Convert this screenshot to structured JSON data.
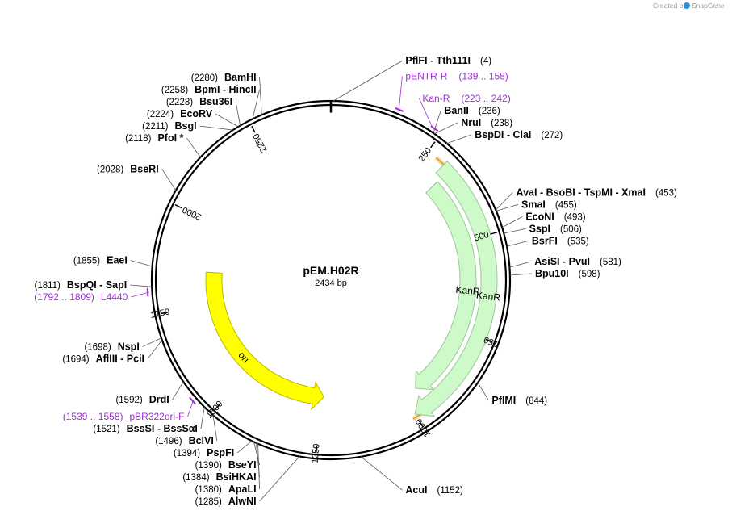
{
  "watermark": "Created by",
  "brand": "SnapGene",
  "plasmid": {
    "name": "pEM.H02R",
    "size_label": "2434 bp",
    "length": 2434
  },
  "ticks": [
    250,
    500,
    750,
    1000,
    1250,
    1500,
    1750,
    2000,
    2250
  ],
  "features": [
    {
      "name": "KanR",
      "start": 300,
      "end": 1000,
      "color": "#cdfac8",
      "stroke": "#9ac896",
      "dir": 1
    },
    {
      "name": "KanR",
      "start": 320,
      "end": 960,
      "color": "#cdfac8",
      "stroke": "#9ac896",
      "dir": 1
    },
    {
      "name": "ori",
      "start": 1240,
      "end": 1850,
      "color": "#ffff00",
      "stroke": "#b8b800",
      "dir": -1
    }
  ],
  "sites": [
    {
      "name": "PflFI - Tth111I",
      "pos_text": "(4)",
      "bp": 4,
      "side": "R"
    },
    {
      "name": "BanII",
      "pos_text": "(236)",
      "bp": 236,
      "side": "R"
    },
    {
      "name": "NruI",
      "pos_text": "(238)",
      "bp": 238,
      "side": "R"
    },
    {
      "name": "BspDI - ClaI",
      "pos_text": "(272)",
      "bp": 272,
      "side": "R"
    },
    {
      "name": "AvaI - BsoBI - TspMI - XmaI",
      "pos_text": "(453)",
      "bp": 453,
      "side": "R"
    },
    {
      "name": "SmaI",
      "pos_text": "(455)",
      "bp": 455,
      "side": "R"
    },
    {
      "name": "EcoNI",
      "pos_text": "(493)",
      "bp": 493,
      "side": "R"
    },
    {
      "name": "SspI",
      "pos_text": "(506)",
      "bp": 506,
      "side": "R"
    },
    {
      "name": "BsrFI",
      "pos_text": "(535)",
      "bp": 535,
      "side": "R"
    },
    {
      "name": "AsiSI - PvuI",
      "pos_text": "(581)",
      "bp": 581,
      "side": "R"
    },
    {
      "name": "Bpu10I",
      "pos_text": "(598)",
      "bp": 598,
      "side": "R"
    },
    {
      "name": "PflMI",
      "pos_text": "(844)",
      "bp": 844,
      "side": "R"
    },
    {
      "name": "AcuI",
      "pos_text": "(1152)",
      "bp": 1152,
      "side": "R"
    },
    {
      "name": "AlwNI",
      "pos_text": "(1285)",
      "bp": 1285,
      "side": "L"
    },
    {
      "name": "ApaLI",
      "pos_text": "(1380)",
      "bp": 1380,
      "side": "L"
    },
    {
      "name": "BsiHKAI",
      "pos_text": "(1384)",
      "bp": 1384,
      "side": "L"
    },
    {
      "name": "BseYI",
      "pos_text": "(1390)",
      "bp": 1390,
      "side": "L"
    },
    {
      "name": "PspFI",
      "pos_text": "(1394)",
      "bp": 1394,
      "side": "L"
    },
    {
      "name": "BclVI",
      "pos_text": "(1496)",
      "bp": 1496,
      "side": "L"
    },
    {
      "name": "BssSI - BssSαI",
      "pos_text": "(1521)",
      "bp": 1521,
      "side": "L"
    },
    {
      "name": "DrdI",
      "pos_text": "(1592)",
      "bp": 1592,
      "side": "L"
    },
    {
      "name": "AflIII - PciI",
      "pos_text": "(1694)",
      "bp": 1694,
      "side": "L"
    },
    {
      "name": "NspI",
      "pos_text": "(1698)",
      "bp": 1698,
      "side": "L"
    },
    {
      "name": "BspQI - SapI",
      "pos_text": "(1811)",
      "bp": 1811,
      "side": "L"
    },
    {
      "name": "EaeI",
      "pos_text": "(1855)",
      "bp": 1855,
      "side": "L"
    },
    {
      "name": "BseRI",
      "pos_text": "(2028)",
      "bp": 2028,
      "side": "L"
    },
    {
      "name": "PfoI *",
      "pos_text": "(2118)",
      "bp": 2118,
      "side": "L"
    },
    {
      "name": "BsgI",
      "pos_text": "(2211)",
      "bp": 2211,
      "side": "L"
    },
    {
      "name": "EcoRV",
      "pos_text": "(2224)",
      "bp": 2224,
      "side": "L"
    },
    {
      "name": "Bsu36I",
      "pos_text": "(2228)",
      "bp": 2228,
      "side": "L"
    },
    {
      "name": "BpmI - HincII",
      "pos_text": "(2258)",
      "bp": 2258,
      "side": "L"
    },
    {
      "name": "BamHI",
      "pos_text": "(2280)",
      "bp": 2280,
      "side": "L"
    }
  ],
  "primers": [
    {
      "name": "pENTR-R",
      "range": "(139 .. 158)",
      "bp": 148,
      "side": "R"
    },
    {
      "name": "Kan-R",
      "range": "(223 .. 242)",
      "bp": 232,
      "side": "R"
    },
    {
      "name": "L4440",
      "range": "(1792 .. 1809)",
      "bp": 1800,
      "side": "L"
    },
    {
      "name": "pBR322ori-F",
      "range": "(1539 .. 1558)",
      "bp": 1548,
      "side": "L"
    }
  ]
}
